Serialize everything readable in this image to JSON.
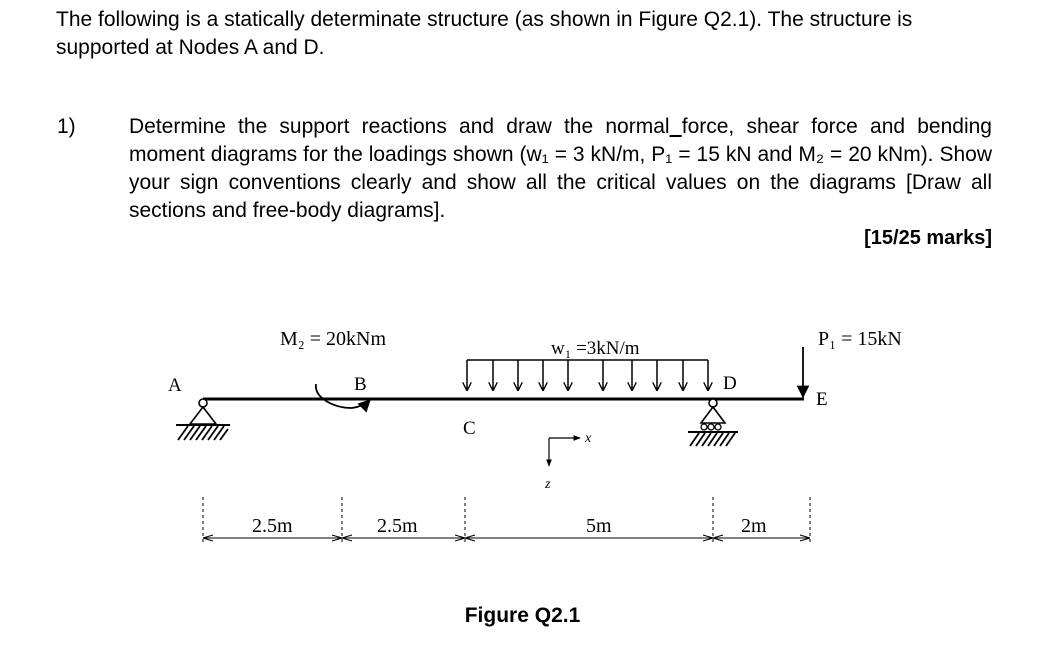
{
  "intro_text": "The following is a statically determinate structure (as shown in Figure Q2.1). The structure is supported at Nodes A and D.",
  "question": {
    "number": "1)",
    "text_part1": "Determine the support reactions and draw the normal",
    "underscore": " ",
    "text_part2": "force, shear force and bending moment diagrams for the loadings shown (w₁ = 3 kN/m, P₁ = 15 kN and M₂ = 20 kNm). Show your sign conventions clearly and show all the critical values on the diagrams [Draw all sections and free-body diagrams].",
    "marks": "[15/25 marks]"
  },
  "figure": {
    "labels": {
      "moment": "M₂ = 20kNm",
      "udl": "w₁ =3kN/m",
      "point_load": "P₁ = 15kN",
      "node_a": "A",
      "node_b": "B",
      "node_c": "C",
      "node_d": "D",
      "node_e": "E",
      "axis_x": "x",
      "axis_z": "z"
    },
    "dimensions": [
      "2.5m",
      "2.5m",
      "5m",
      "2m"
    ],
    "caption": "Figure Q2.1"
  }
}
